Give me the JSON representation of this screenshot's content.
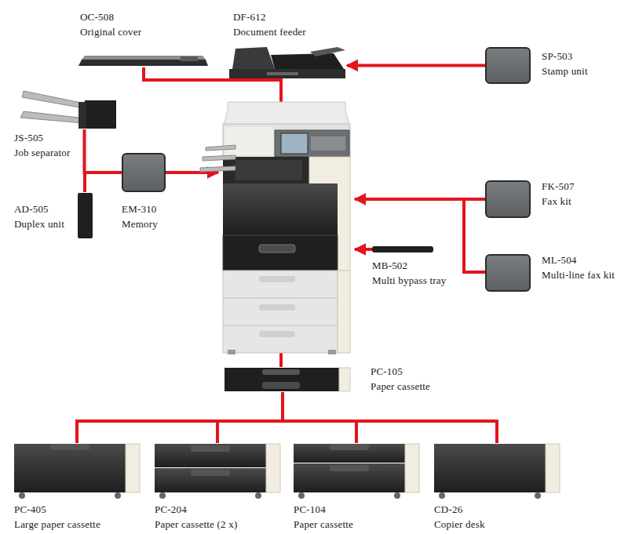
{
  "diagram": {
    "nodes": [
      {
        "text": [
          "OC-508",
          "Original cover"
        ]
      },
      {
        "text": [
          "DF-612",
          "Document feeder"
        ]
      },
      {
        "text": [
          "SP-503",
          "Stamp unit"
        ]
      },
      {
        "text": [
          "JS-505",
          "Job separator"
        ]
      },
      {
        "text": [
          "EM-310",
          "Memory"
        ]
      },
      {
        "text": [
          "FK-507",
          "Fax kit"
        ]
      },
      {
        "text": [
          "AD-505",
          "Duplex unit"
        ]
      },
      {
        "text": [
          "MB-502",
          "Multi bypass tray"
        ]
      },
      {
        "text": [
          "ML-504",
          "Multi-line fax kit"
        ]
      },
      {
        "text": [
          "PC-105",
          "Paper cassette"
        ]
      },
      {
        "text": [
          "PC-405",
          "Large paper cassette"
        ]
      },
      {
        "text": [
          "PC-204",
          "Paper cassette (2 x)"
        ]
      },
      {
        "text": [
          "PC-104",
          "Paper cassette"
        ]
      },
      {
        "text": [
          "CD-26",
          "Copier desk"
        ]
      }
    ],
    "edges": [
      {
        "from": 2,
        "to": 1,
        "arrow": "to"
      },
      {
        "from": 3,
        "to": 4,
        "arrow": "none"
      },
      {
        "from": 6,
        "to": 4,
        "arrow": "none"
      },
      {
        "from": 9,
        "to": 10,
        "arrow": "none"
      },
      {
        "from": 9,
        "to": 11,
        "arrow": "none"
      },
      {
        "from": 9,
        "to": 12,
        "arrow": "none"
      },
      {
        "from": 9,
        "to": 13,
        "arrow": "none"
      }
    ]
  }
}
